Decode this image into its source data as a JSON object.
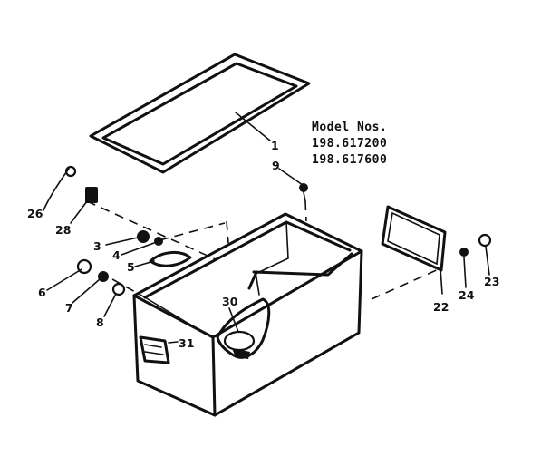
{
  "model": {
    "heading": "Model Nos.",
    "numbers": [
      "198.617200",
      "198.617600"
    ]
  },
  "callouts": [
    {
      "id": "1",
      "label": "1"
    },
    {
      "id": "9",
      "label": "9"
    },
    {
      "id": "26",
      "label": "26"
    },
    {
      "id": "28",
      "label": "28"
    },
    {
      "id": "3",
      "label": "3"
    },
    {
      "id": "4",
      "label": "4"
    },
    {
      "id": "5",
      "label": "5"
    },
    {
      "id": "6",
      "label": "6"
    },
    {
      "id": "7",
      "label": "7"
    },
    {
      "id": "8",
      "label": "8"
    },
    {
      "id": "30",
      "label": "30"
    },
    {
      "id": "31",
      "label": "31"
    },
    {
      "id": "22",
      "label": "22"
    },
    {
      "id": "24",
      "label": "24"
    },
    {
      "id": "23",
      "label": "23"
    }
  ]
}
